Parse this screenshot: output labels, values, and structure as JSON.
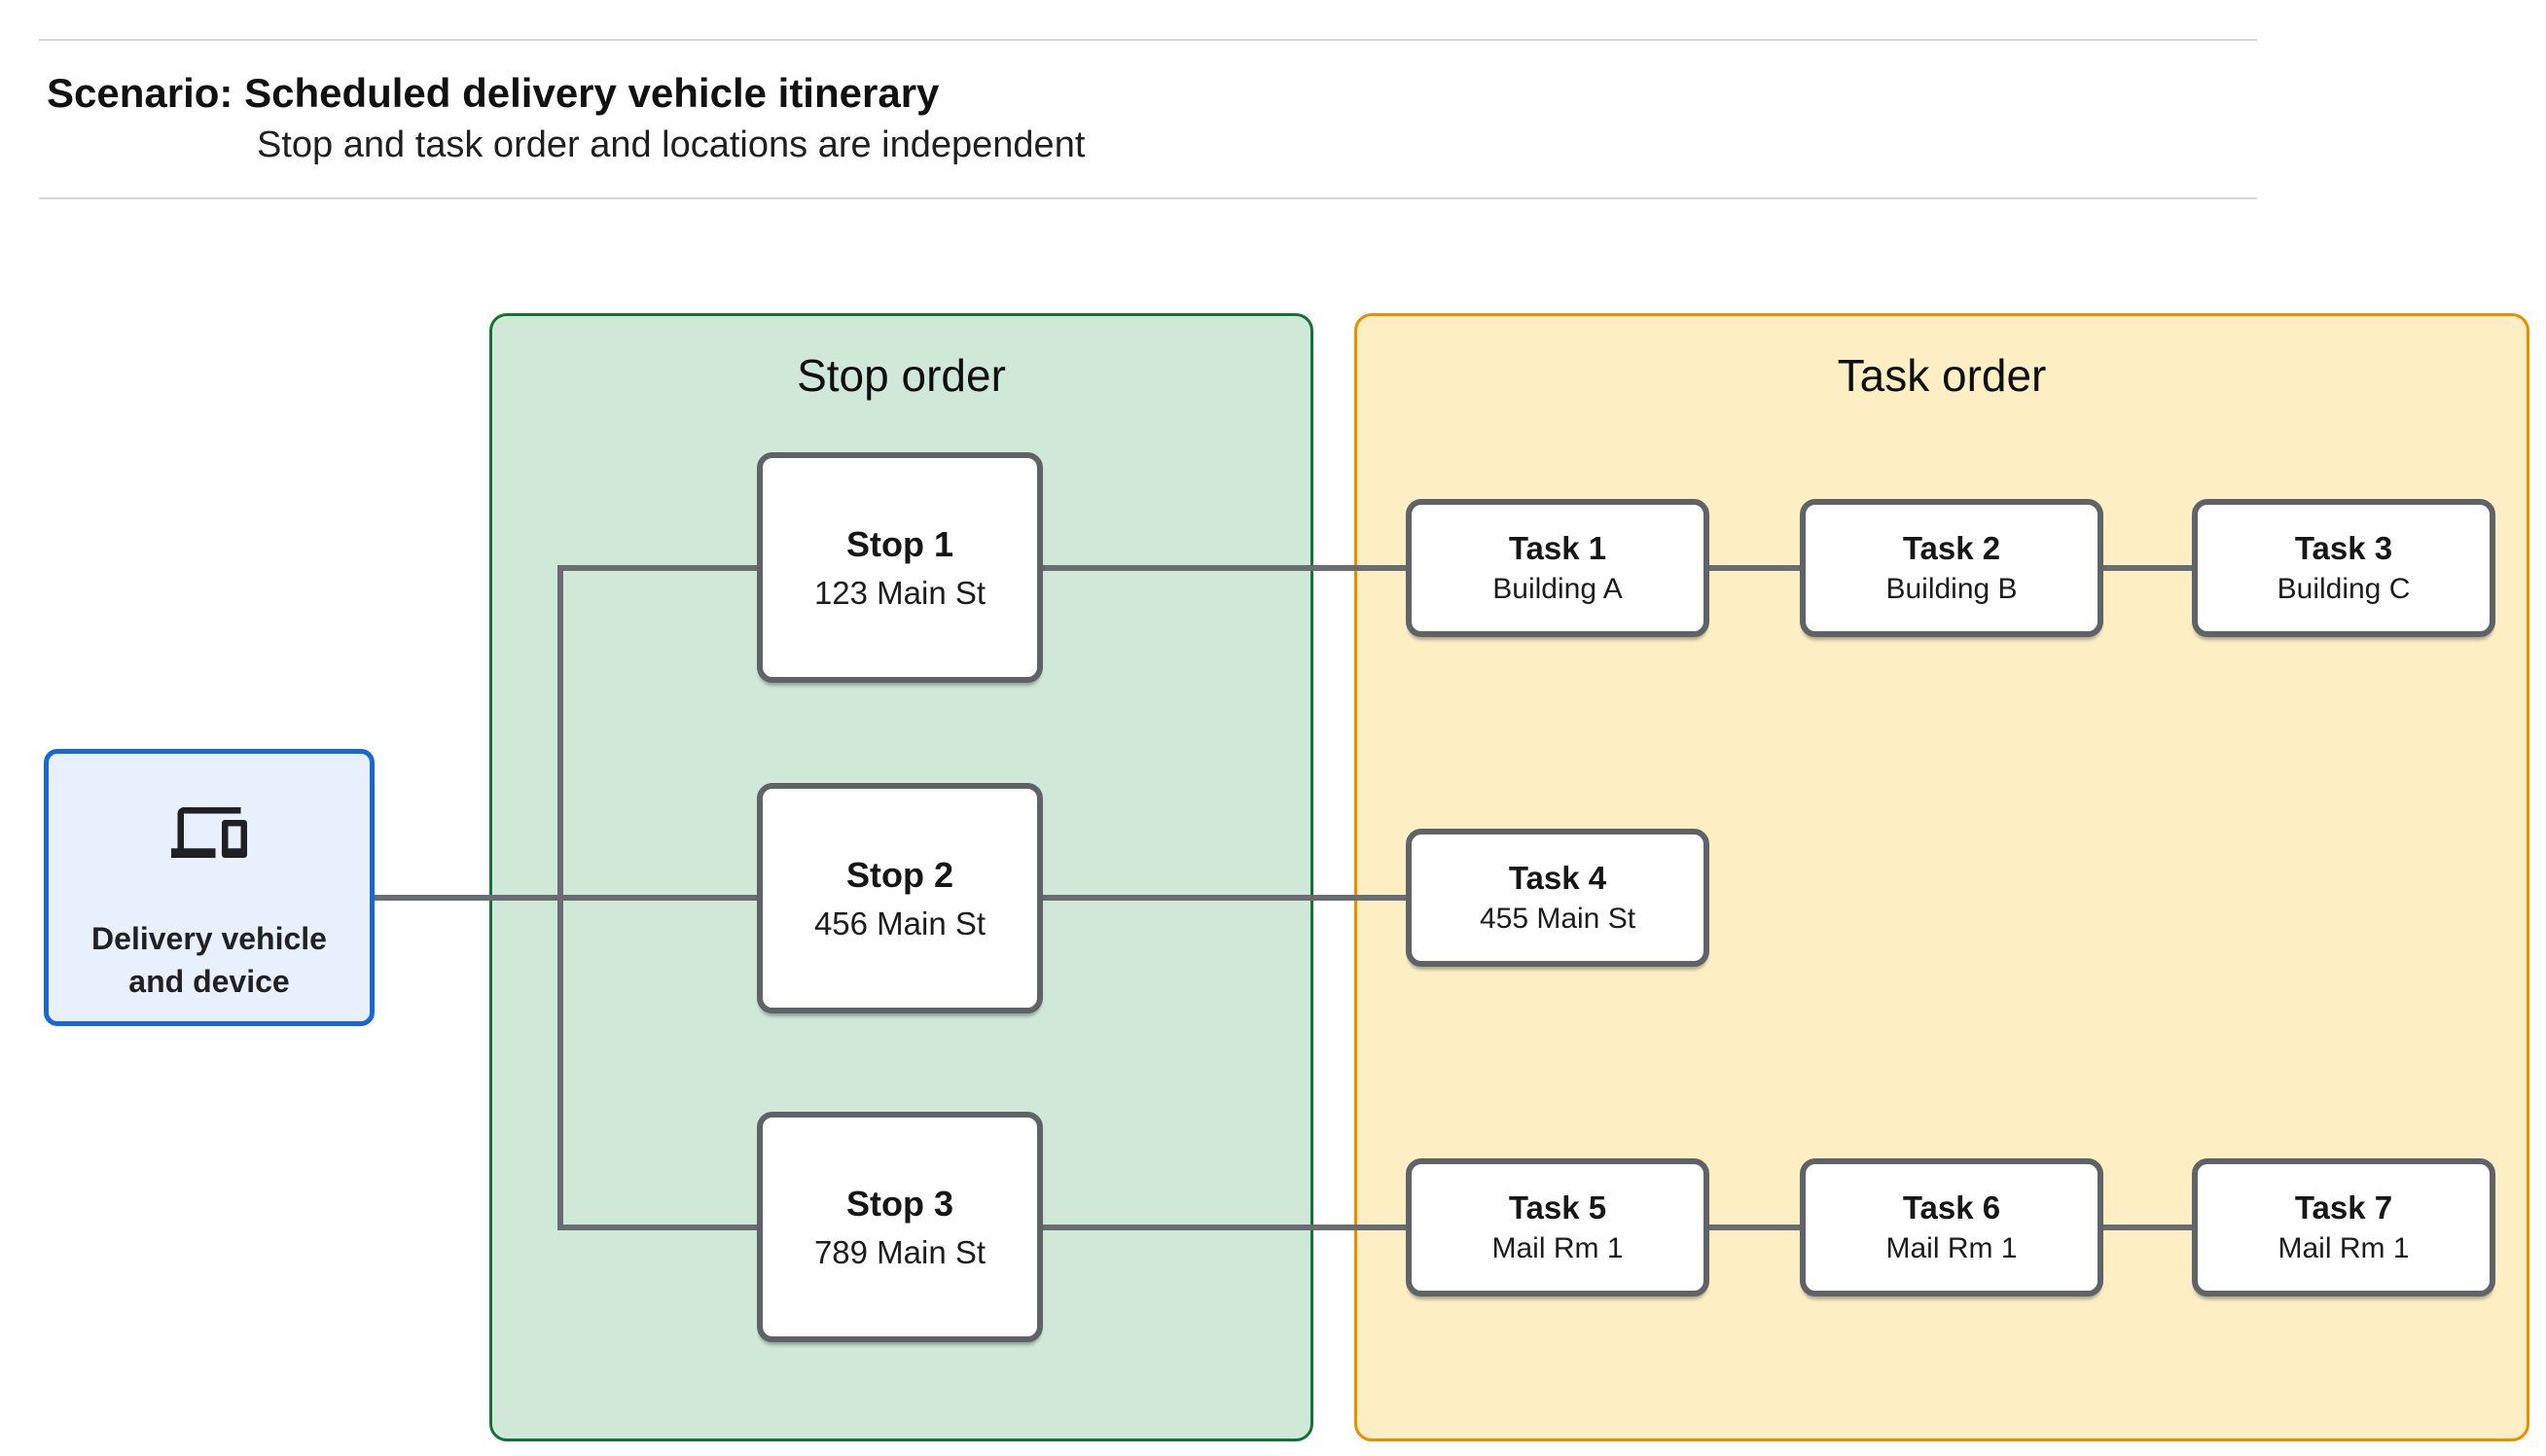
{
  "header": {
    "title": "Scenario: Scheduled delivery vehicle itinerary",
    "subtitle": "Stop and task order and locations are independent"
  },
  "device": {
    "icon": "devices-icon",
    "label_line1": "Delivery vehicle",
    "label_line2": "and device"
  },
  "stop_panel": {
    "title": "Stop order"
  },
  "task_panel": {
    "title": "Task order"
  },
  "stops": [
    {
      "name": "Stop 1",
      "location": "123 Main St"
    },
    {
      "name": "Stop 2",
      "location": "456 Main St"
    },
    {
      "name": "Stop 3",
      "location": "789 Main St"
    }
  ],
  "tasks": [
    {
      "name": "Task 1",
      "location": "Building A"
    },
    {
      "name": "Task 2",
      "location": "Building B"
    },
    {
      "name": "Task 3",
      "location": "Building C"
    },
    {
      "name": "Task 4",
      "location": "455 Main St"
    },
    {
      "name": "Task 5",
      "location": "Mail Rm 1"
    },
    {
      "name": "Task 6",
      "location": "Mail Rm 1"
    },
    {
      "name": "Task 7",
      "location": "Mail Rm 1"
    }
  ],
  "colors": {
    "stop_panel_fill": "#cfe8d7",
    "stop_panel_border": "#137333",
    "task_panel_fill": "#fdefc3",
    "task_panel_border": "#ee8c00",
    "device_fill": "#e8f0fe",
    "device_border": "#1967d2",
    "node_border": "#5f6368",
    "connector": "#696c70",
    "hairline": "#d4d4d4",
    "text": "#202124"
  }
}
